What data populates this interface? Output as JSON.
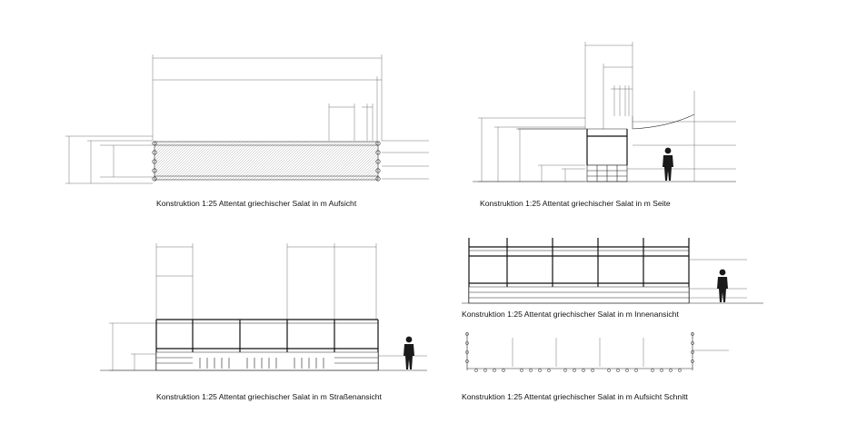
{
  "captions": {
    "aufsicht": "Konstruktion 1:25 Attentat griechischer Salat in m Aufsicht",
    "seite": "Konstruktion 1:25 Attentat griechischer Salat in m Seite",
    "strasse": "Konstruktion 1:25 Attentat griechischer Salat in m Straßenansicht",
    "innen": "Konstruktion 1:25 Attentat griechischer Salat in m Innenansicht",
    "schnitt": "Konstruktion 1:25 Attentat griechischer Salat in m Aufsicht Schnitt"
  }
}
